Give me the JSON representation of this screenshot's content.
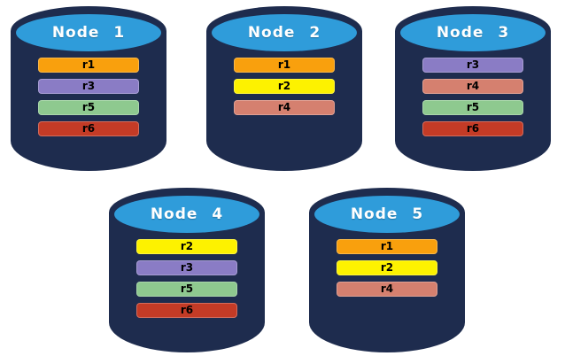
{
  "diagram": {
    "title": "database-nodes-replica-placement",
    "background_color": "#FFFFFF",
    "cylinder_body_color": "#1E2C4E",
    "cylinder_top_color": "#2F9CDA",
    "node_label_color": "#FFFFFF",
    "bar_text_color": "#000000"
  },
  "replica_colors": {
    "r1": "#F9A00D",
    "r2": "#FDF200",
    "r3": "#8A7CC5",
    "r4": "#D5806F",
    "r5": "#8EC98F",
    "r6": "#C43B26"
  },
  "nodes": [
    {
      "label": "Node 1",
      "bars": [
        "r1",
        "r3",
        "r5",
        "r6"
      ]
    },
    {
      "label": "Node 2",
      "bars": [
        "r1",
        "r2",
        "r4"
      ]
    },
    {
      "label": "Node 3",
      "bars": [
        "r3",
        "r4",
        "r5",
        "r6"
      ]
    },
    {
      "label": "Node 4",
      "bars": [
        "r2",
        "r3",
        "r5",
        "r6"
      ]
    },
    {
      "label": "Node 5",
      "bars": [
        "r1",
        "r2",
        "r4"
      ]
    }
  ]
}
